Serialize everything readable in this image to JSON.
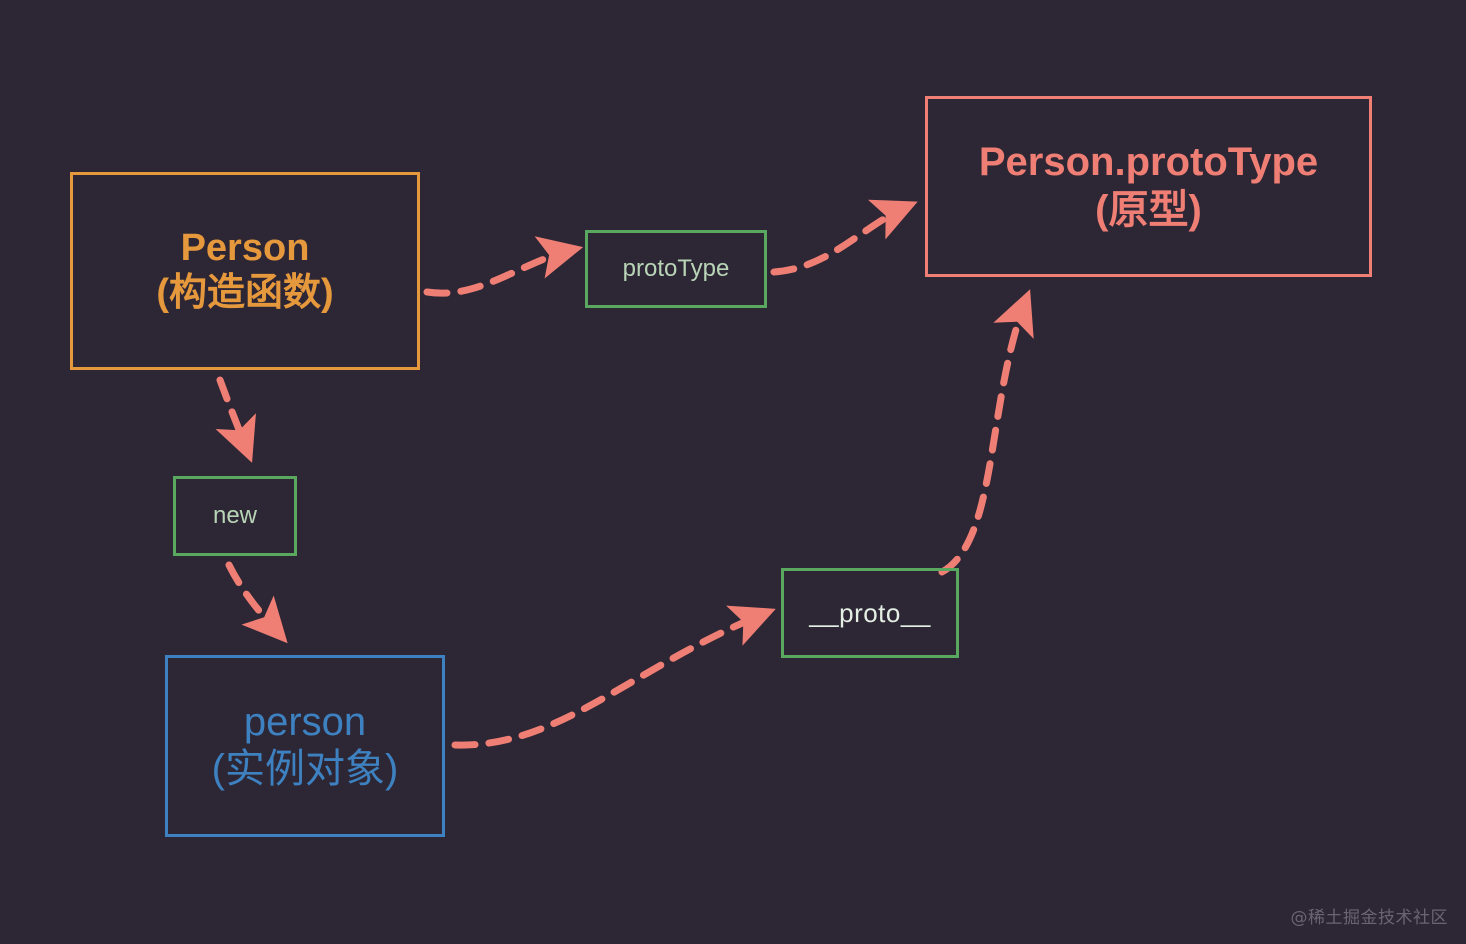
{
  "diagram": {
    "title": "JavaScript prototype chain diagram",
    "background_color": "#2d2635",
    "nodes": {
      "person_constructor": {
        "line1": "Person",
        "line2": "(构造函数)",
        "color": "#e5983c"
      },
      "person_prototype": {
        "line1": "Person.protoType",
        "line2": "(原型)",
        "color": "#ef7f74"
      },
      "person_instance": {
        "line1": "person",
        "line2": "(实例对象)",
        "color": "#3e81c0"
      },
      "prototype_chip": {
        "label": "protoType",
        "color": "#5aa75f"
      },
      "new_chip": {
        "label": "new",
        "color": "#5aa75f"
      },
      "proto_chip": {
        "label": "__proto__",
        "color": "#5aa75f"
      }
    },
    "edges": [
      {
        "name": "person-ctor-to-prototype-chip",
        "from": "Person",
        "to": "protoType",
        "style": "dashed",
        "color": "#ef7f74"
      },
      {
        "name": "prototype-chip-to-person-prototype",
        "from": "protoType",
        "to": "Person.protoType",
        "style": "dashed",
        "color": "#ef7f74"
      },
      {
        "name": "person-ctor-to-new-chip",
        "from": "Person",
        "to": "new",
        "style": "dashed",
        "color": "#ef7f74"
      },
      {
        "name": "new-chip-to-person-instance",
        "from": "new",
        "to": "person",
        "style": "dashed",
        "color": "#ef7f74"
      },
      {
        "name": "person-instance-to-proto-chip",
        "from": "person",
        "to": "__proto__",
        "style": "dashed",
        "color": "#ef7f74"
      },
      {
        "name": "proto-chip-to-person-prototype",
        "from": "__proto__",
        "to": "Person.protoType",
        "style": "dashed",
        "color": "#ef7f74"
      }
    ],
    "watermark": "@稀土掘金技术社区"
  }
}
